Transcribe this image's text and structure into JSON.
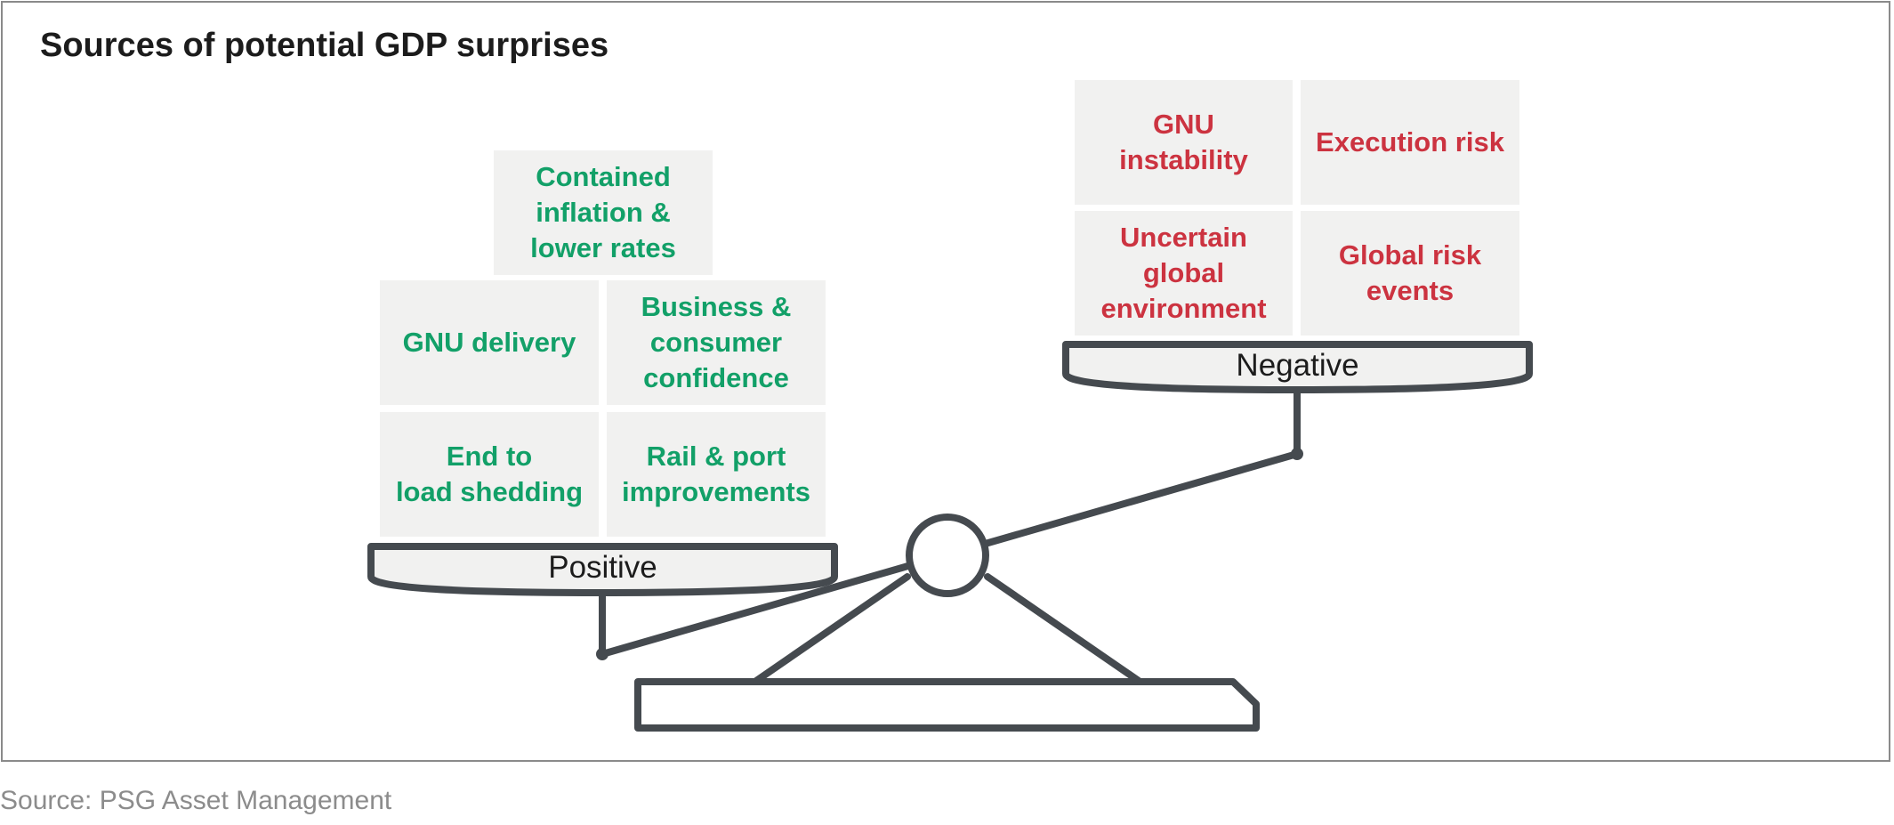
{
  "title": "Sources of potential GDP surprises",
  "source": "Source: PSG Asset Management",
  "colors": {
    "positive_text": "#12a068",
    "negative_text": "#cc3340",
    "box_fill": "#f1f1f0",
    "scale_stroke": "#454a4f"
  },
  "positive": {
    "label": "Positive",
    "items": [
      "Contained\ninflation &\nlower rates",
      "GNU delivery",
      "Business &\nconsumer\nconfidence",
      "End to\nload shedding",
      "Rail & port\nimprovements"
    ]
  },
  "negative": {
    "label": "Negative",
    "items": [
      "GNU\ninstability",
      "Execution risk",
      "Uncertain\nglobal\nenvironment",
      "Global risk\nevents"
    ]
  }
}
